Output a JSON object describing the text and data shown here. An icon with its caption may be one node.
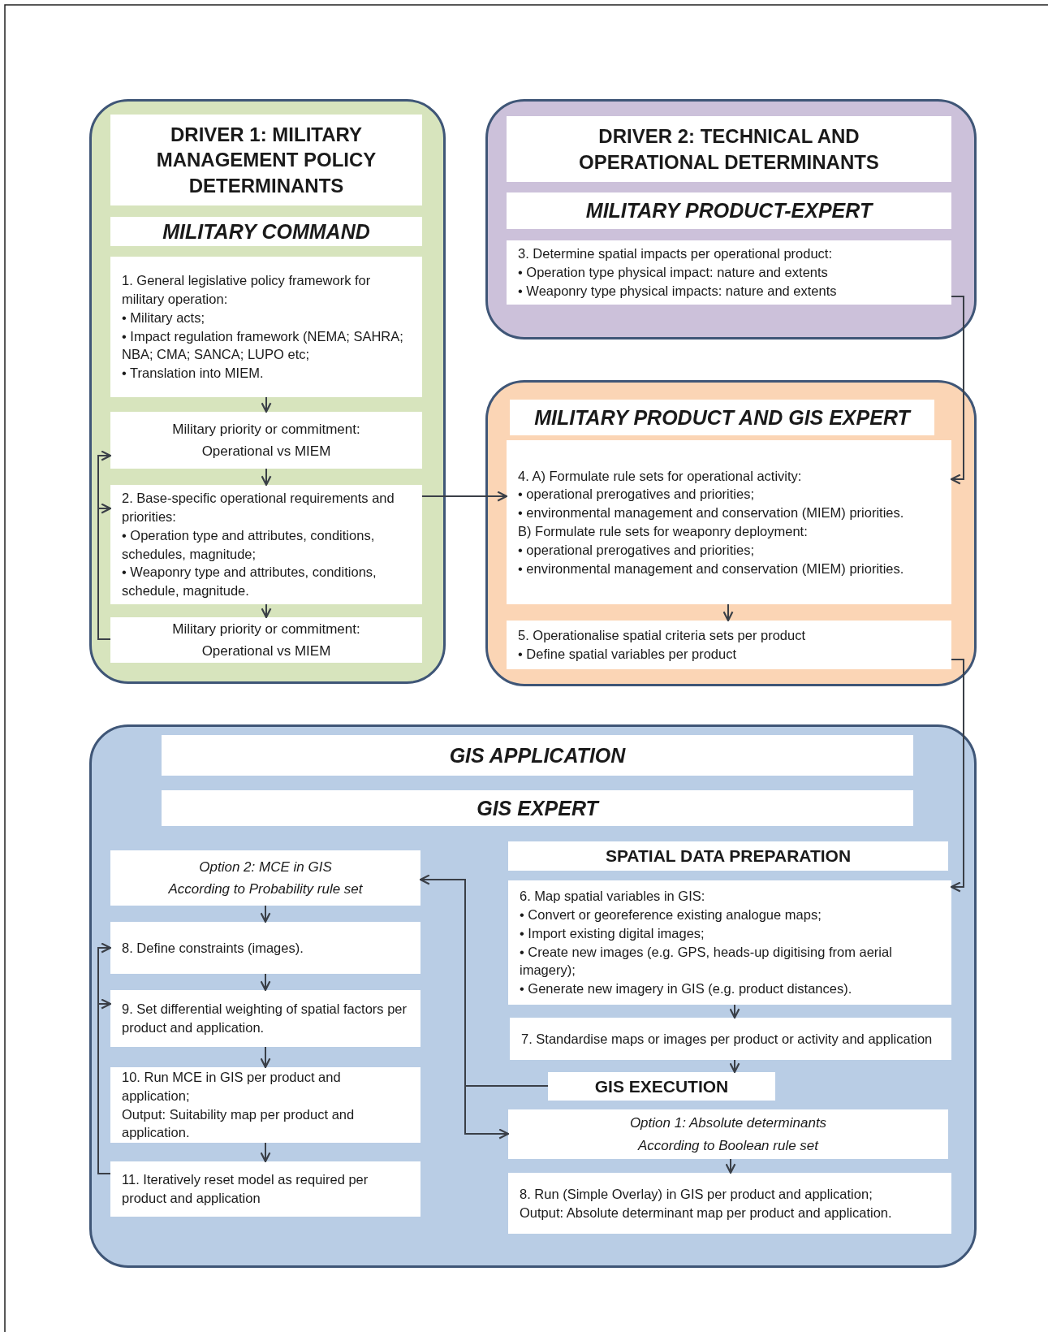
{
  "diagram": {
    "nodes": [
      {
        "text": [],
        "shape": "box"
      },
      {
        "text": [
          "DRIVER 1: MILITARY MANAGEMENT POLICY DETERMINANTS"
        ],
        "in": 0
      },
      {
        "text": [
          "MILITARY COMMAND"
        ],
        "in": 0
      },
      {
        "text": [
          "1. General legislative policy framework for military operation:",
          "• Military acts;",
          "• Impact regulation framework (NEMA; SAHRA; NBA; CMA; SANCA; LUPO etc;",
          "• Translation into MIEM."
        ],
        "in": 0
      },
      {
        "text": [
          "Military priority or commitment:",
          "Operational vs MIEM"
        ],
        "in": 0
      },
      {
        "text": [
          "2. Base-specific operational requirements and priorities:",
          "• Operation type and attributes, conditions, schedules, magnitude;",
          "• Weaponry type and attributes, conditions, schedule, magnitude."
        ],
        "in": 0
      },
      {
        "text": [
          "Military priority or commitment:",
          "Operational vs MIEM"
        ],
        "in": 0
      },
      {
        "text": [],
        "shape": "box"
      },
      {
        "text": [
          "DRIVER 2: TECHNICAL AND OPERATIONAL DETERMINANTS"
        ],
        "in": 7
      },
      {
        "text": [
          "MILITARY PRODUCT-EXPERT"
        ],
        "in": 7
      },
      {
        "text": [
          "3. Determine spatial impacts per operational product:",
          "• Operation type physical impact: nature and extents",
          "• Weaponry type physical impacts: nature and extents"
        ],
        "in": 7
      },
      {
        "text": [],
        "shape": "box"
      },
      {
        "text": [
          "MILITARY PRODUCT AND GIS EXPERT"
        ],
        "in": 11
      },
      {
        "text": [
          "4. A) Formulate rule sets for operational activity:",
          "• operational prerogatives and priorities;",
          "• environmental management and conservation (MIEM) priorities.",
          "B) Formulate rule sets for weaponry deployment:",
          "• operational prerogatives and priorities;",
          "• environmental management and conservation (MIEM) priorities."
        ],
        "in": 11
      },
      {
        "text": [
          "5. Operationalise spatial criteria sets per product",
          "• Define spatial variables per product"
        ],
        "in": 11
      },
      {
        "text": [],
        "shape": "box"
      },
      {
        "text": [
          "GIS APPLICATION"
        ],
        "in": 15
      },
      {
        "text": [
          "GIS EXPERT"
        ],
        "in": 15
      },
      {
        "text": [
          "Option 2: MCE in GIS",
          "According to Probability rule set"
        ],
        "in": 15
      },
      {
        "text": [
          "8. Define constraints (images)."
        ],
        "in": 15
      },
      {
        "text": [
          "9. Set differential weighting of spatial factors per product and application."
        ],
        "in": 15
      },
      {
        "text": [
          "10. Run MCE in GIS per product and application;",
          "Output: Suitability map per product and application."
        ],
        "in": 15
      },
      {
        "text": [
          "11. Iteratively reset model as required per product and application"
        ],
        "in": 15
      },
      {
        "text": [
          "SPATIAL DATA PREPARATION"
        ],
        "in": 15
      },
      {
        "text": [
          "6. Map spatial variables in GIS:",
          "• Convert or georeference existing analogue maps;",
          "• Import existing digital images;",
          "• Create new images (e.g. GPS, heads-up digitising from aerial imagery);",
          "• Generate new imagery in GIS (e.g. product distances)."
        ],
        "in": 15
      },
      {
        "text": [
          "7. Standardise maps or images per product or activity and application"
        ],
        "in": 15
      },
      {
        "text": [
          "GIS EXECUTION"
        ],
        "in": 15
      },
      {
        "text": [
          "Option 1: Absolute determinants",
          "According to Boolean rule set"
        ],
        "in": 15
      },
      {
        "text": [
          "8. Run (Simple Overlay) in GIS per product and application;",
          "Output: Absolute determinant map per product and application."
        ],
        "in": 15
      }
    ],
    "edges": [
      {
        "from": 3,
        "to": 4,
        "arrow": "to"
      },
      {
        "from": 4,
        "to": 5,
        "arrow": "to"
      },
      {
        "from": 5,
        "to": 6,
        "arrow": "to"
      },
      {
        "from": 6,
        "to": 4,
        "arrow": "to"
      },
      {
        "from": 6,
        "to": 5,
        "arrow": "to"
      },
      {
        "from": 5,
        "to": 13,
        "arrow": "to"
      },
      {
        "from": 10,
        "to": 13,
        "arrow": "to"
      },
      {
        "from": 13,
        "to": 14,
        "arrow": "to"
      },
      {
        "from": 14,
        "to": 24,
        "arrow": "to"
      },
      {
        "from": 24,
        "to": 25,
        "arrow": "to"
      },
      {
        "from": 25,
        "to": 26,
        "arrow": "to"
      },
      {
        "from": 26,
        "to": 18,
        "arrow": "to"
      },
      {
        "from": 26,
        "to": 27,
        "arrow": "to"
      },
      {
        "from": 27,
        "to": 28,
        "arrow": "to"
      },
      {
        "from": 18,
        "to": 19,
        "arrow": "to"
      },
      {
        "from": 19,
        "to": 20,
        "arrow": "to"
      },
      {
        "from": 20,
        "to": 21,
        "arrow": "to"
      },
      {
        "from": 21,
        "to": 22,
        "arrow": "to"
      },
      {
        "from": 22,
        "to": 19,
        "arrow": "to"
      },
      {
        "from": 22,
        "to": 20,
        "arrow": "to"
      }
    ]
  }
}
